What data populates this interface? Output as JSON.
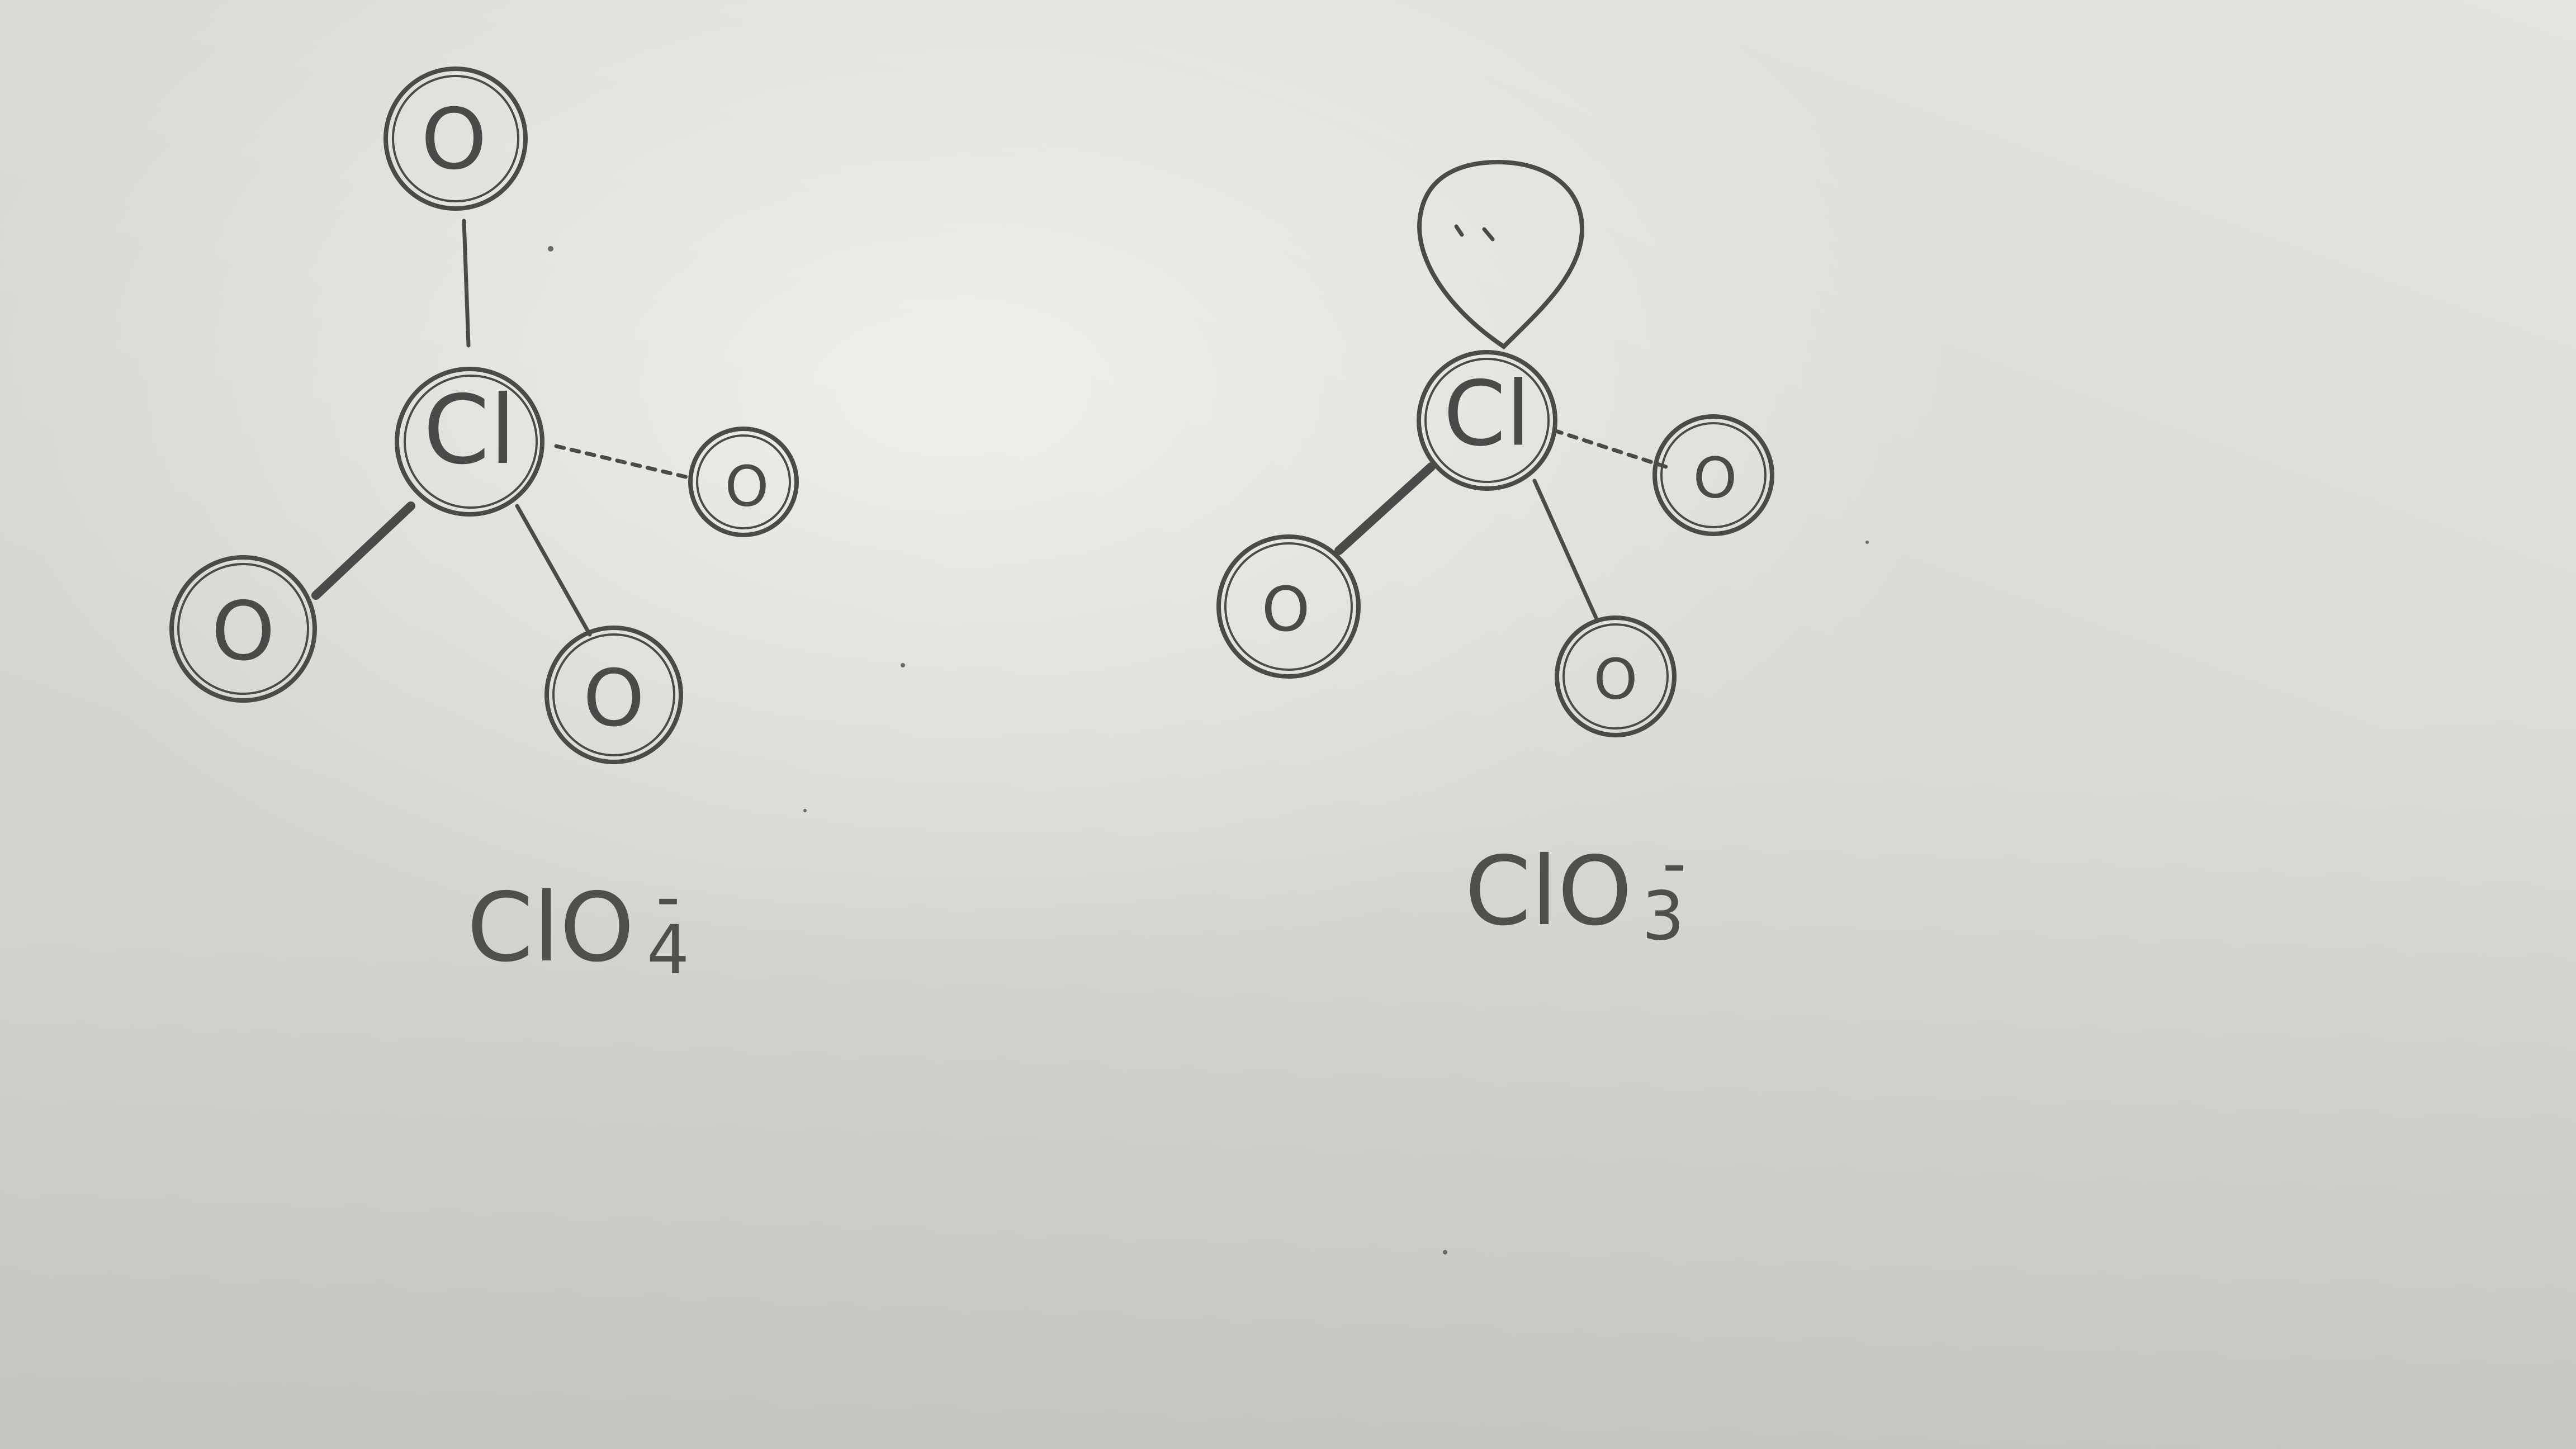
{
  "molecules": [
    {
      "formula": "ClO4-",
      "caption_main": "ClO",
      "caption_sub": "4",
      "caption_sup": "-",
      "center": "Cl",
      "atoms": [
        "O",
        "O",
        "O",
        "O"
      ],
      "lone_pairs": 0
    },
    {
      "formula": "ClO3-",
      "caption_main": "ClO",
      "caption_sub": "3",
      "caption_sup": "-",
      "center": "Cl",
      "atoms": [
        "O",
        "O",
        "O"
      ],
      "lone_pairs": 1
    }
  ],
  "colors": {
    "pencil": "#4a4a48",
    "paper": "#dcdbd6"
  }
}
